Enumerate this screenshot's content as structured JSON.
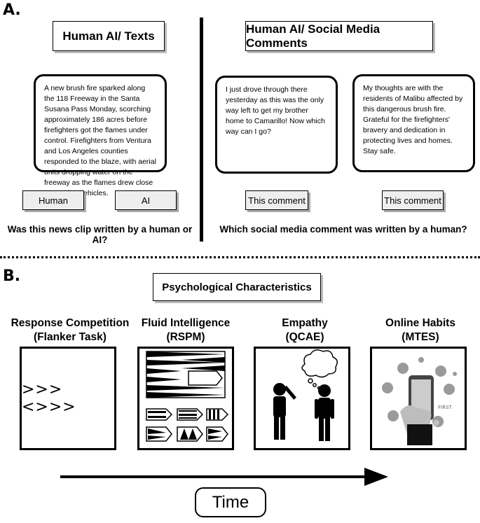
{
  "section_a": {
    "label": "A.",
    "left_title": "Human AI/ Texts",
    "right_title": "Human AI/ Social Media Comments",
    "news_clip": "A new brush fire sparked along the 118 Freeway in the Santa Susana Pass Monday, scorching approximately 186 acres before firefighters got the flames under control. Firefighters from Ventura and Los Angeles counties responded to the blaze, with aerial units dropping water on the freeway as the flames drew close to passing vehicles.",
    "comment_1": "I just drove through there yesterday as this was the only way left to get my brother home to Camarillo! Now which way can I go?",
    "comment_2": "My thoughts are with the residents of Malibu affected by this dangerous brush fire. Grateful for the firefighters' bravery and dedication in protecting lives and homes. Stay safe.",
    "human_label": "Human",
    "ai_label": "AI",
    "comment_btn_1": "This comment",
    "comment_btn_2": "This comment",
    "left_question": "Was this news clip written by a human or AI?",
    "right_question": "Which social media comment was written by a human?"
  },
  "section_b": {
    "label": "B.",
    "title": "Psychological Characteristics",
    "tasks": [
      {
        "name": "Response Competition",
        "sub": "(Flanker Task)"
      },
      {
        "name": "Fluid Intelligence",
        "sub": "(RSPM)"
      },
      {
        "name": "Empathy",
        "sub": "(QCAE)"
      },
      {
        "name": "Online Habits",
        "sub": "(MTES)"
      }
    ],
    "flanker_stimulus": ">>><>>>",
    "time_label": "Time"
  },
  "icons": {
    "arrow": "right-arrow-icon",
    "matrix": "matrix-puzzle-icon",
    "empathy": "people-thought-icon",
    "phone": "phone-apps-icon"
  }
}
